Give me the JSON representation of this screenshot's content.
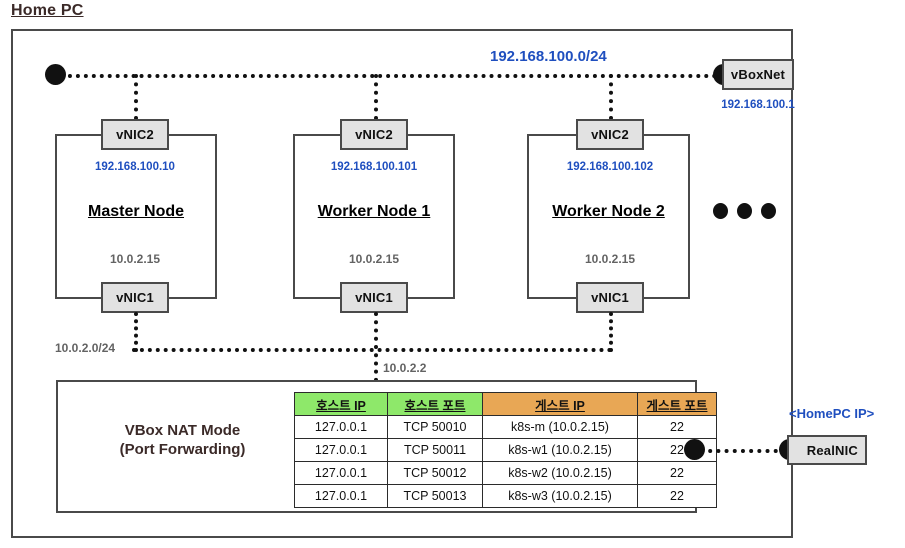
{
  "title": "Home PC",
  "network": {
    "vbox_host_only_cidr": "192.168.100.0/24",
    "nat_cidr": "10.0.2.0/24",
    "nat_gateway_ip": "10.0.2.2"
  },
  "vboxnet": {
    "label": "vBoxNet",
    "ip": "192.168.100.1"
  },
  "realnic": {
    "label": "RealNIC",
    "ip_label": "<HomePC IP>"
  },
  "nodes": [
    {
      "name": "Master Node",
      "nic2_label": "vNIC2",
      "nic2_ip": "192.168.100.10",
      "nic1_label": "vNIC1",
      "nic1_ip": "10.0.2.15"
    },
    {
      "name": "Worker Node 1",
      "nic2_label": "vNIC2",
      "nic2_ip": "192.168.100.101",
      "nic1_label": "vNIC1",
      "nic1_ip": "10.0.2.15"
    },
    {
      "name": "Worker Node 2",
      "nic2_label": "vNIC2",
      "nic2_ip": "192.168.100.102",
      "nic1_label": "vNIC1",
      "nic1_ip": "10.0.2.15"
    }
  ],
  "nat": {
    "title_line1": "VBox NAT Mode",
    "title_line2": "(Port Forwarding)",
    "table": {
      "headers": [
        "호스트 IP",
        "호스트 포트",
        "게스트 IP",
        "게스트 포트"
      ],
      "rows": [
        [
          "127.0.0.1",
          "TCP 50010",
          "k8s-m (10.0.2.15)",
          "22"
        ],
        [
          "127.0.0.1",
          "TCP 50011",
          "k8s-w1 (10.0.2.15)",
          "22"
        ],
        [
          "127.0.0.1",
          "TCP 50012",
          "k8s-w2 (10.0.2.15)",
          "22"
        ],
        [
          "127.0.0.1",
          "TCP 50013",
          "k8s-w3 (10.0.2.15)",
          "22"
        ]
      ]
    }
  },
  "colors": {
    "host_header_green": "#8ee86a",
    "guest_header_orange": "#e8a755",
    "ip_blue": "#1F4FBF",
    "ip_gray": "#636363",
    "box_border": "#4a4a4a",
    "nic_fill": "#e2e2e2"
  }
}
